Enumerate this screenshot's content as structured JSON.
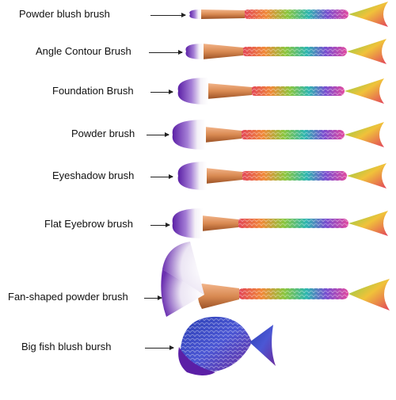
{
  "colors": {
    "bristle_tip": "#5b1fa6",
    "bristle_base": "#f4f1f7",
    "ferrule": "#d98a52",
    "ferrule_dark": "#b0602e",
    "fish_blue": "#2b3fb3",
    "fish_purple": "#6b2c9e"
  },
  "labels": [
    "Powder blush brush",
    "Angle Contour Brush",
    "Foundation Brush",
    "Powder brush",
    "Eyeshadow brush",
    "Flat Eyebrow brush",
    "Fan-shaped powder brush",
    "Big fish blush bursh"
  ]
}
